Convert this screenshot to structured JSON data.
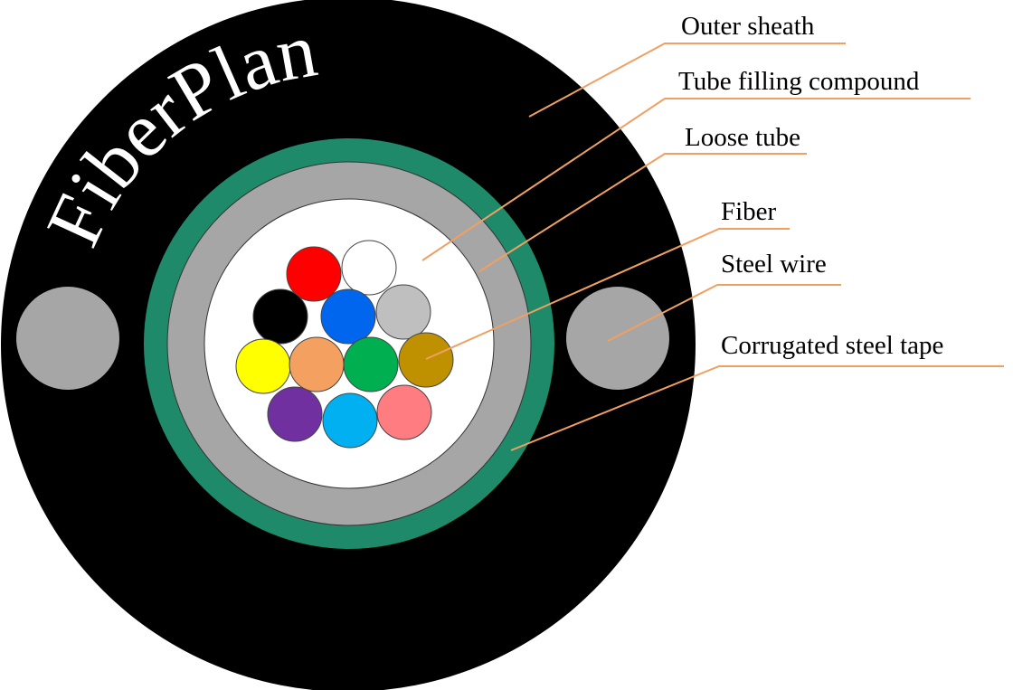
{
  "logo": {
    "text": "FiberPlan"
  },
  "colors": {
    "outer_sheath": "#000000",
    "corrugated_steel_tape": "#1f8a6a",
    "loose_tube": "#a6a6a6",
    "tube_filling_compound": "#ffffff",
    "steel_wire": "#a6a6a6",
    "leader_line": "#f0a060"
  },
  "fibers": [
    {
      "color": "#ff0000"
    },
    {
      "color": "#ffffff"
    },
    {
      "color": "#000000"
    },
    {
      "color": "#0066ee"
    },
    {
      "color": "#bfbfbf"
    },
    {
      "color": "#ffff00"
    },
    {
      "color": "#f4a060"
    },
    {
      "color": "#00b050"
    },
    {
      "color": "#bf9000"
    },
    {
      "color": "#7030a0"
    },
    {
      "color": "#00b0f0"
    },
    {
      "color": "#ff7c80"
    }
  ],
  "labels": [
    {
      "text": "Outer sheath"
    },
    {
      "text": "Tube filling compound"
    },
    {
      "text": "Loose tube"
    },
    {
      "text": "Fiber"
    },
    {
      "text": "Steel wire"
    },
    {
      "text": "Corrugated steel tape"
    }
  ]
}
